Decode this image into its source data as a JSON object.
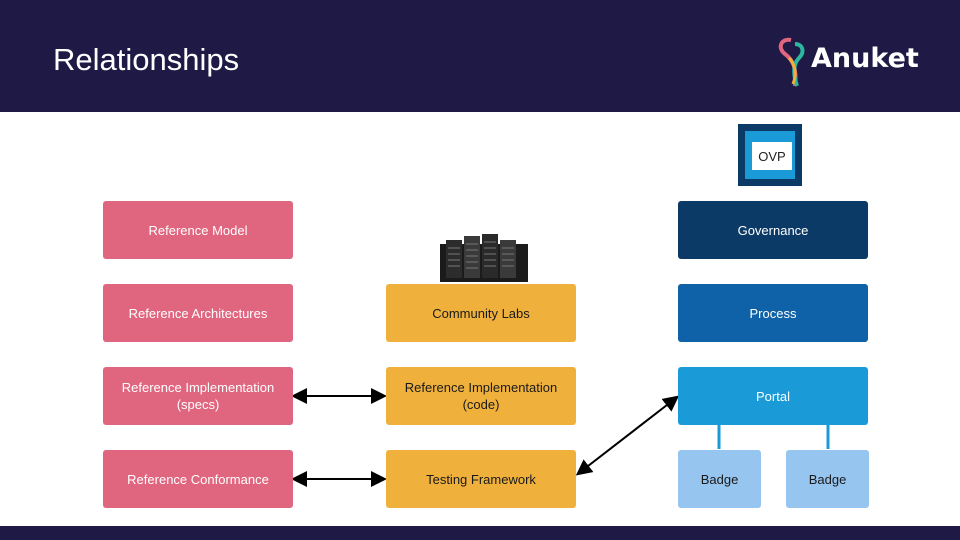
{
  "slide": {
    "title": "Relationships",
    "logo_text": "Anuket"
  },
  "ovp": {
    "label": "OVP"
  },
  "column_left": [
    "Reference Model",
    "Reference Architectures",
    "Reference Implementation (specs)",
    "Reference Conformance"
  ],
  "column_middle": [
    "Community  Labs",
    "Reference Implementation (code)",
    "Testing Framework"
  ],
  "column_right": {
    "governance": "Governance",
    "process": "Process",
    "portal": "Portal",
    "badges": [
      "Badge",
      "Badge"
    ]
  },
  "colors": {
    "header_bg": "#1e1a45",
    "pink": "#e0657f",
    "yellow": "#efb13c",
    "navy": "#0c3a66",
    "blue": "#0f62a8",
    "sky": "#1a9bd7",
    "badge": "#96c6f0"
  },
  "icons": [
    "anuket-logo-icon",
    "ovp-logo-icon",
    "server-rack-icon"
  ]
}
